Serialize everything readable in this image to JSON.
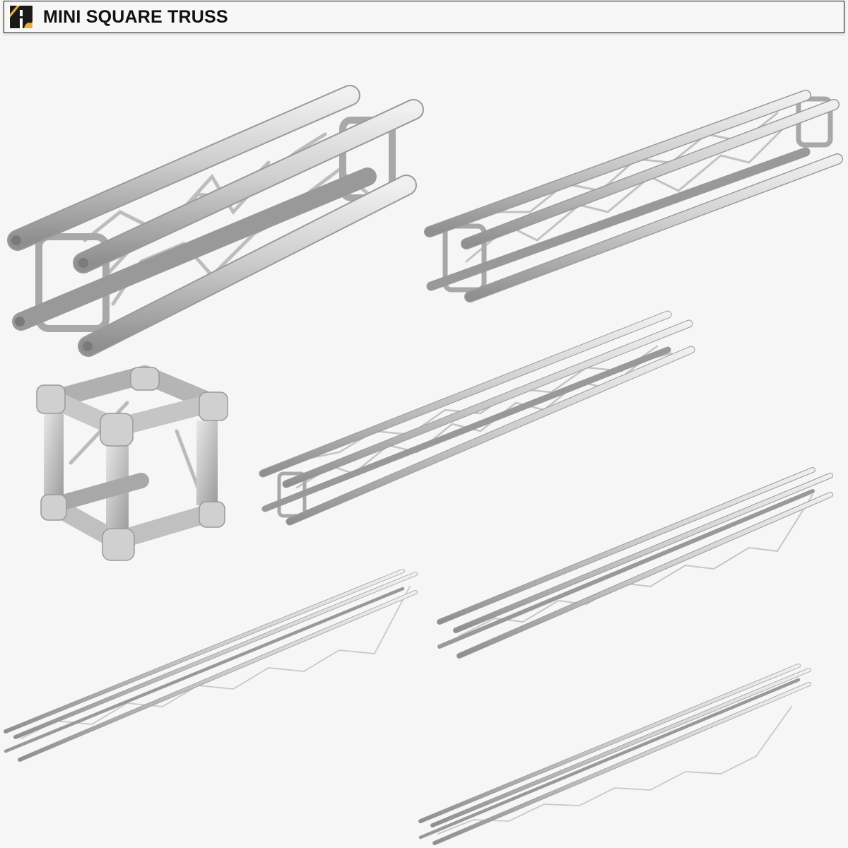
{
  "header": {
    "logo_icon": "brand-logo-icon",
    "title": "MINI SQUARE TRUSS"
  },
  "colors": {
    "background": "#f6f6f6",
    "header_border": "#111111",
    "logo_dark": "#1a1a1a",
    "logo_accent": "#e8b23a",
    "metal_light": "#e2e2e2",
    "metal_mid": "#b8b8b8",
    "metal_dark": "#8a8a8a"
  },
  "products": [
    {
      "id": "truss-short",
      "kind": "straight truss segment",
      "size": "short"
    },
    {
      "id": "truss-medium-1",
      "kind": "straight truss segment",
      "size": "medium"
    },
    {
      "id": "cube-corner-block",
      "kind": "6-way corner cube",
      "size": "block"
    },
    {
      "id": "truss-medium-2",
      "kind": "straight truss segment",
      "size": "medium-long"
    },
    {
      "id": "truss-long-1",
      "kind": "straight truss segment",
      "size": "long"
    },
    {
      "id": "truss-extra-long-1",
      "kind": "straight truss segment",
      "size": "extra-long"
    },
    {
      "id": "truss-extra-long-2",
      "kind": "straight truss segment",
      "size": "extra-long"
    }
  ]
}
